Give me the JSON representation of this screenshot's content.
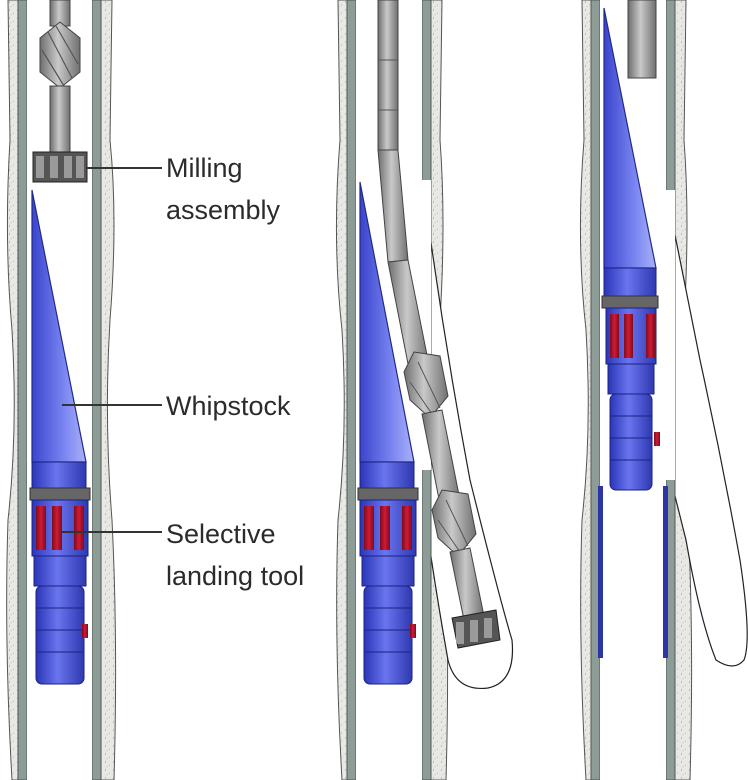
{
  "labels": {
    "milling_line1": "Milling",
    "milling_line2": "assembly",
    "whipstock": "Whipstock",
    "landing_line1": "Selective",
    "landing_line2": "landing tool"
  },
  "colors": {
    "casing": "#8a9a95",
    "cement": "#e6e6e2",
    "whipstock_blue": "#4a55d8",
    "tool_blue": "#3340c0",
    "seal_red": "#b0122a",
    "mill_gray": "#8f8f8f",
    "leader": "#333333"
  },
  "icons": {
    "mill": "mill-assembly-icon",
    "whipstock": "whipstock-icon",
    "landing_tool": "landing-tool-icon"
  }
}
